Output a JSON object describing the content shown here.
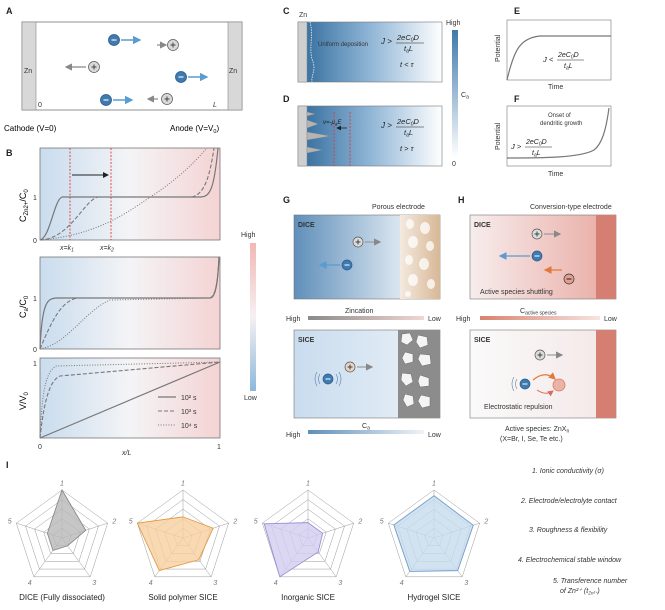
{
  "panels": {
    "A": {
      "letter": "A",
      "left_electrode": "Zn",
      "right_electrode": "Zn",
      "origin": "0",
      "length": "L",
      "cathode": "Cathode (V=0)",
      "anode": "Anode (V=V",
      "anode_sub": "0",
      "anode_end": ")"
    },
    "B": {
      "letter": "B",
      "ylabel1": "C",
      "ylabel1_sub": "Zn2+",
      "ylabel1_tail": "/C",
      "ylabel1_tail_sub": "0",
      "ylabel2": "C",
      "ylabel2_sub": "a",
      "ylabel2_tail": "/C",
      "ylabel2_tail_sub": "0",
      "ylabel3": "V/V",
      "ylabel3_sub": "0",
      "tick_one": "1",
      "tick_zero": "0",
      "x_k1": "x=k",
      "x_k1_sub": "1",
      "x_k2": "x=k",
      "x_k2_sub": "2",
      "xlabel": "x/L",
      "x_start": "0",
      "x_end": "1",
      "colorbar_high": "High",
      "colorbar_low": "Low",
      "legend": [
        {
          "label": "10² s",
          "style": "solid"
        },
        {
          "label": "10³ s",
          "style": "dashed"
        },
        {
          "label": "10⁴ s",
          "style": "dotted"
        }
      ]
    },
    "C": {
      "letter": "C",
      "electrode": "Zn",
      "note": "Uniform deposition",
      "cond": "t < τ"
    },
    "D": {
      "letter": "D",
      "velocity": "v=-μ",
      "velocity_sub": "a",
      "velocity_tail": "E",
      "cond": "t > τ"
    },
    "CD_colorbar": {
      "high": "High",
      "low": "0",
      "label": "C",
      "label_sub": "a"
    },
    "E": {
      "letter": "E",
      "ylabel": "Potential",
      "xlabel": "Time"
    },
    "F": {
      "letter": "F",
      "ylabel": "Potential",
      "xlabel": "Time",
      "note1": "Onset of",
      "note2": "dendritic growth"
    },
    "G": {
      "letter": "G",
      "title": "Porous electrode",
      "top_label": "DICE",
      "bottom_label": "SICE",
      "bar_title": "Zincation",
      "bar_high": "High",
      "bar_low": "Low",
      "bottom_bar_high": "High",
      "bottom_bar_low": "Low",
      "bottom_bar_label": "C",
      "bottom_bar_label_sub": "a"
    },
    "H": {
      "letter": "H",
      "title": "Conversion-type electrode",
      "top_label": "DICE",
      "bottom_label": "SICE",
      "shuttle": "Active species shuttling",
      "repulsion": "Electrostatic repulsion",
      "bar_title": "C",
      "bar_title_sub": "active species",
      "bar_high": "High",
      "bar_low": "Low",
      "species1": "Active species: ZnX",
      "species1_sub": "n",
      "species2": "(X=Br, I, Se, Te etc.)"
    },
    "I": {
      "letter": "I",
      "axis_numbers": [
        "1",
        "2",
        "3",
        "4",
        "5"
      ],
      "charts": [
        {
          "title": "DICE (Fully dissociated)",
          "color": "#b8b8b8",
          "stroke": "#8a8a8a",
          "values": [
            5,
            2.6,
            1.0,
            1.6,
            1.6
          ]
        },
        {
          "title": "Solid polymer SICE",
          "color": "#f6cf9e",
          "stroke": "#e39a4a",
          "values": [
            2.2,
            3.3,
            2.8,
            4.2,
            5
          ]
        },
        {
          "title": "Inorganic SICE",
          "color": "#d2cdf0",
          "stroke": "#9a90d6",
          "values": [
            1.6,
            1.6,
            1.8,
            5,
            4.8
          ]
        },
        {
          "title": "Hydrogel SICE",
          "color": "#c6dcee",
          "stroke": "#6f9ccc",
          "values": [
            4.4,
            4.3,
            4.2,
            4.3,
            4.4
          ]
        }
      ],
      "legend": [
        "1. Ionic conductivity (σ)",
        "2. Electrode/electrolyte contact",
        "3. Roughness & flexibility",
        "4. Electrochemical stable window",
        "5. Transference number",
        "of Zn²⁺ (t"
      ],
      "legend_sub": "Zn²⁺",
      "legend_end": ")"
    },
    "eq": {
      "J_gt": "J >",
      "J_lt": "J <",
      "num": "2eC",
      "num_sub": "0",
      "num_end": "D",
      "den": "t",
      "den_sub": "a",
      "den_end": "L"
    }
  }
}
